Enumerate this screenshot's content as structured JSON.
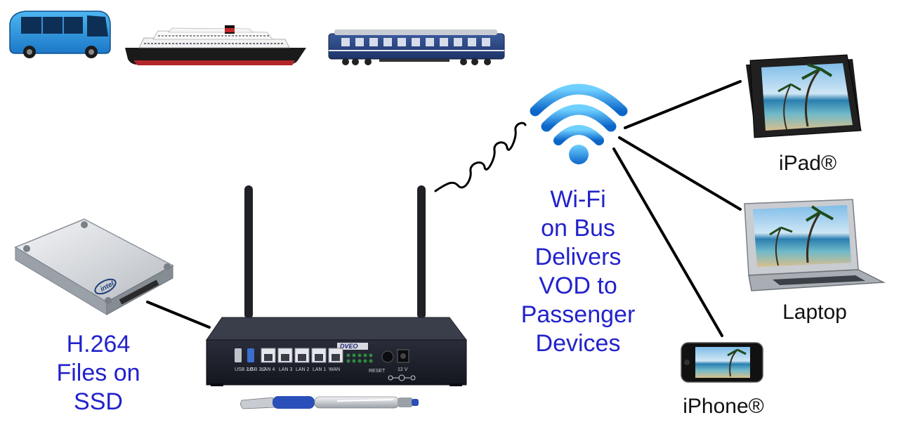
{
  "ssd_caption": [
    "H.264",
    "Files on",
    "SSD"
  ],
  "wifi_caption": [
    "Wi-Fi",
    "on Bus",
    "Delivers",
    "VOD to",
    "Passenger",
    "Devices"
  ],
  "device_labels": {
    "ipad": "iPad®",
    "laptop": "Laptop",
    "iphone": "iPhone®"
  },
  "router": {
    "brand": "DVEO",
    "ports": [
      "USB 2.0",
      "USB 3.0",
      "LAN 4",
      "LAN 3",
      "LAN 2",
      "LAN 1",
      "WAN",
      "RESET",
      "12 V"
    ]
  },
  "ssd_brand": "intel",
  "colors": {
    "caption_blue": "#2222cc",
    "wifi_blue": "#1e90e8"
  }
}
